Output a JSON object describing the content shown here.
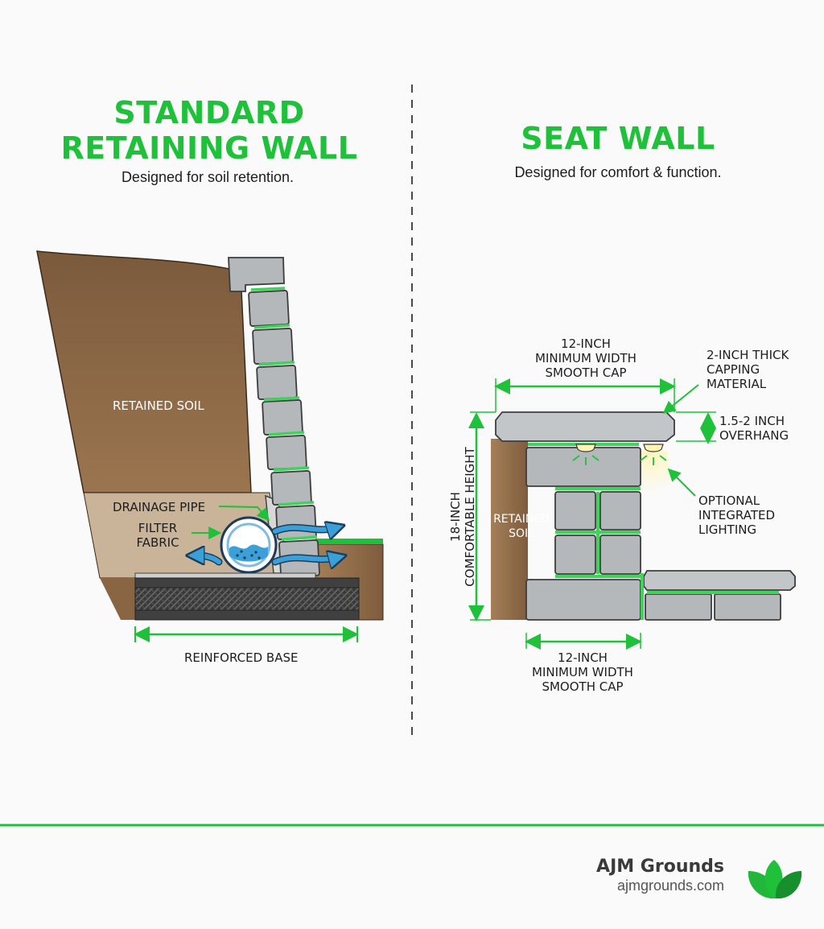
{
  "left_panel": {
    "title_line1": "STANDARD",
    "title_line2": "RETAINING WALL",
    "subtitle": "Designed for soil retention.",
    "labels": {
      "retained_soil": "RETAINED SOIL",
      "drainage_pipe": "DRAINAGE PIPE",
      "filter_line1": "FILTER",
      "filter_line2": "FABRIC",
      "reinforced_base": "REINFORCED BASE"
    }
  },
  "right_panel": {
    "title": "SEAT WALL",
    "subtitle": "Designed for comfort & function.",
    "labels": {
      "top_width_line1": "12-INCH",
      "top_width_line2": "MINIMUM WIDTH",
      "top_width_line3": "SMOOTH CAP",
      "cap_line1": "2-INCH THICK",
      "cap_line2": "CAPPING",
      "cap_line3": "MATERIAL",
      "overhang_line1": "1.5-2 INCH",
      "overhang_line2": "OVERHANG",
      "height_line1": "18-INCH",
      "height_line2": "COMFORTABLE HEIGHT",
      "soil_line1": "RETAINED",
      "soil_line2": "SOIL",
      "lighting_line1": "OPTIONAL",
      "lighting_line2": "INTEGRATED",
      "lighting_line3": "LIGHTING",
      "bottom_width_line1": "12-INCH",
      "bottom_width_line2": "MINIMUM WIDTH",
      "bottom_width_line3": "SMOOTH CAP"
    }
  },
  "footer": {
    "brand_name": "AJM Grounds",
    "brand_url": "ajmgrounds.com"
  },
  "colors": {
    "accent_green": "#1fc13a",
    "soil_brown": "#8a6544",
    "stone_gray": "#b5b8bb",
    "water_blue": "#3b9fd8"
  },
  "icons": [
    "leaf-logo-icon",
    "flow-arrow-icon",
    "dimension-arrow-icon"
  ]
}
